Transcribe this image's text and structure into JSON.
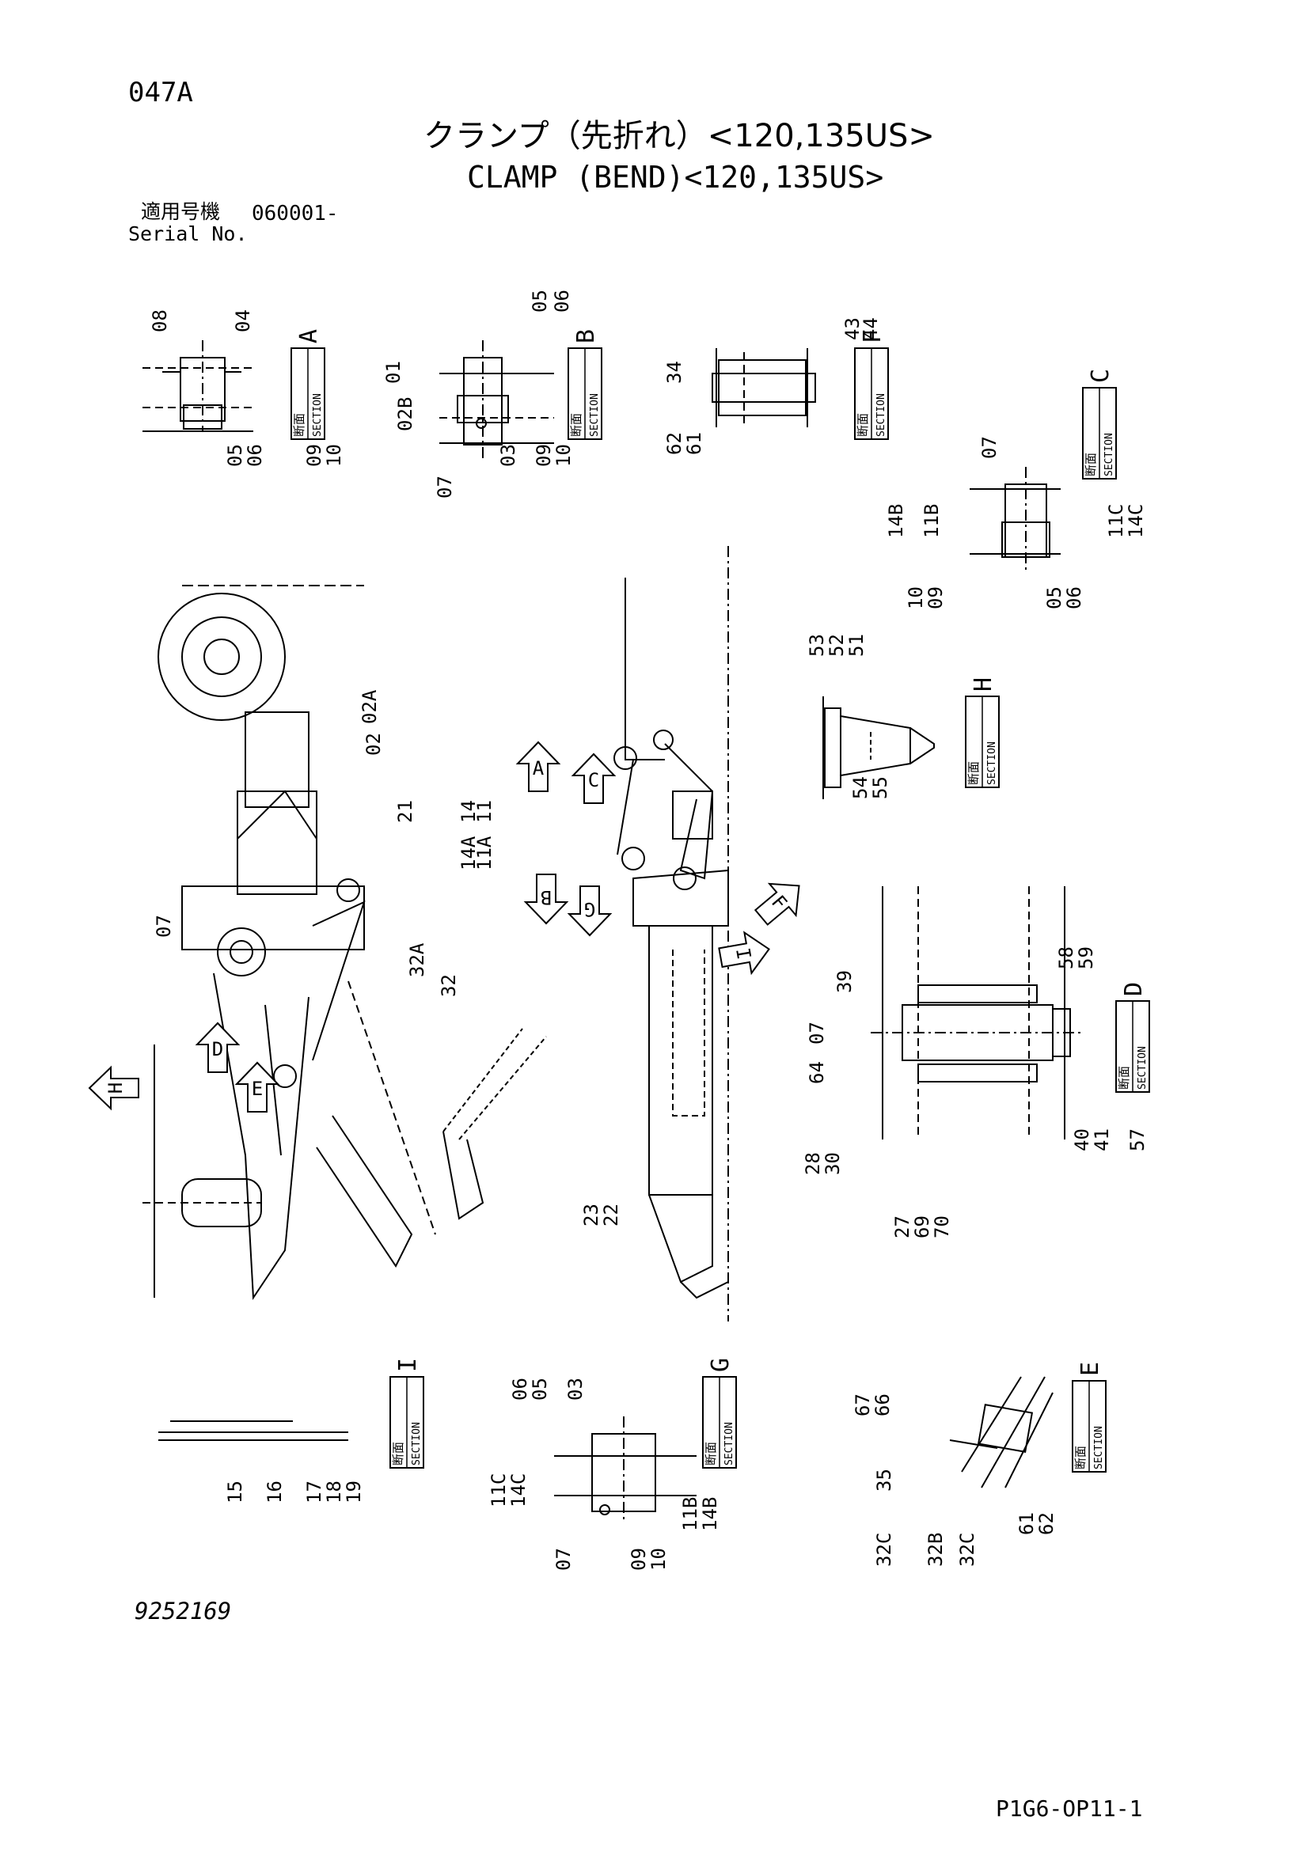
{
  "header": {
    "page_code": "047A",
    "title_jp": "クランプ（先折れ）<120,135US>",
    "title_en": "CLAMP (BEND)<120,135US>",
    "serial_label_jp": "適用号機",
    "serial_value": "060001-",
    "serial_label_en": "Serial No."
  },
  "section_word": "SECTION",
  "section_jp": "断面",
  "sections": {
    "A": {
      "letter": "A",
      "callouts": [
        "08",
        "04",
        "05",
        "06",
        "09",
        "10"
      ]
    },
    "B": {
      "letter": "B",
      "callouts": [
        "05",
        "06",
        "01",
        "02B",
        "07",
        "03",
        "09",
        "10"
      ]
    },
    "F": {
      "letter": "F",
      "callouts": [
        "34",
        "43",
        "44",
        "62",
        "61"
      ]
    },
    "C": {
      "letter": "C",
      "callouts": [
        "07",
        "14B",
        "11B",
        "11C",
        "14C",
        "10",
        "09",
        "05",
        "06"
      ]
    },
    "H": {
      "letter": "H",
      "callouts": [
        "53",
        "52",
        "51",
        "54",
        "55"
      ]
    },
    "D": {
      "letter": "D",
      "callouts": [
        "39",
        "07",
        "64",
        "58",
        "59",
        "57",
        "28",
        "30",
        "40",
        "41",
        "27",
        "69",
        "70"
      ]
    },
    "I": {
      "letter": "I",
      "callouts": [
        "15",
        "16",
        "17",
        "18",
        "19"
      ]
    },
    "G": {
      "letter": "G",
      "callouts": [
        "06",
        "05",
        "03",
        "11C",
        "14C",
        "07",
        "09",
        "10",
        "11B",
        "14B"
      ]
    },
    "E": {
      "letter": "E",
      "callouts": [
        "67",
        "66",
        "35",
        "32C",
        "32B",
        "32C",
        "61",
        "62"
      ]
    }
  },
  "main_callouts": [
    "02A",
    "02",
    "21",
    "07",
    "32A",
    "32",
    "14",
    "11",
    "14A",
    "11A",
    "23",
    "22"
  ],
  "view_arrows": [
    "A",
    "C",
    "B",
    "G",
    "F",
    "I",
    "D",
    "E",
    "H"
  ],
  "footer": {
    "drawing_number": "9252169",
    "page_ref": "P1G6-OP11-1"
  }
}
